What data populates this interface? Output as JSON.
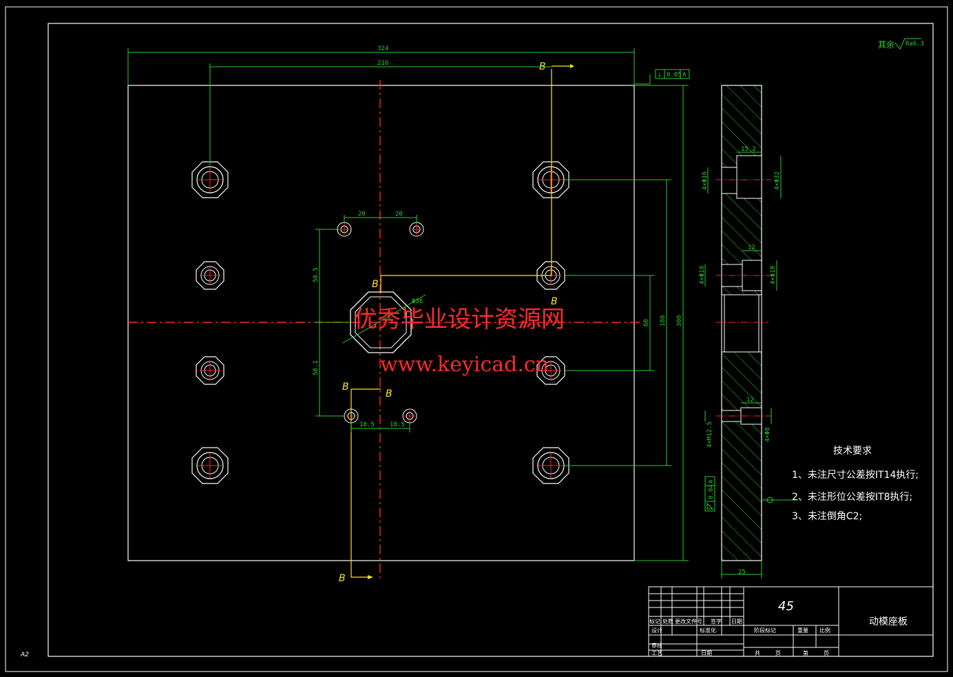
{
  "dimensions": {
    "overall_width": "324",
    "hole_span": "216",
    "overall_height": "300",
    "hole_vspan_outer": "180",
    "hole_vspan_inner": "60",
    "small_top_left": "20",
    "small_top_right": "20",
    "vertical_top": "58.5",
    "vertical_bottom": "58.1",
    "small_bottom_left": "18.5",
    "small_bottom_right": "18.5",
    "center_note": "Φ36",
    "side_thickness": "25",
    "side_width_top": "15.2",
    "side_width_mid": "12",
    "side_width_bottom": "12",
    "side_hole_top_left": "4×Φ16",
    "side_hole_top_right": "4×Φ32",
    "side_hole_mid_left": "4×Φ10",
    "side_hole_mid_right": "4×Φ18",
    "side_hole_bot_left": "4×M12.5",
    "side_hole_bot_right": "4×Φ8"
  },
  "section_labels": [
    "B",
    "B",
    "B",
    "B",
    "B",
    "B"
  ],
  "tolerance_top": {
    "symbol": "⊥",
    "value": "0.05",
    "datum": "A"
  },
  "tolerance_side": {
    "value": "0.04",
    "datum": "A"
  },
  "surface_finish": "其余",
  "surface_finish_value": "Ra6.3",
  "watermark": {
    "line1": "优秀毕业设计资源网",
    "line2": "www.keyicad.cn"
  },
  "tech_requirements": {
    "title": "技术要求",
    "item1": "1、未注尺寸公差按IT14执行;",
    "item2": "2、未注形位公差按IT8执行;",
    "item3": "3、未注倒角C2;"
  },
  "title_block": {
    "material": "45",
    "part_name": "动模座板",
    "labels": [
      "标记",
      "处数",
      "更改文件号",
      "签字",
      "日期",
      "设计",
      "标准化",
      "审核",
      "工艺",
      "日期",
      "阶段标记",
      "重量",
      "比例",
      "共",
      "页",
      "第",
      "页"
    ]
  },
  "sheet_size": "A2",
  "colors": {
    "background": "#000000",
    "outline": "#ffffff",
    "dimension": "#29d12e",
    "centerline": "#ff2424",
    "section": "#ffe51b",
    "watermark": "#ff2a2a"
  }
}
